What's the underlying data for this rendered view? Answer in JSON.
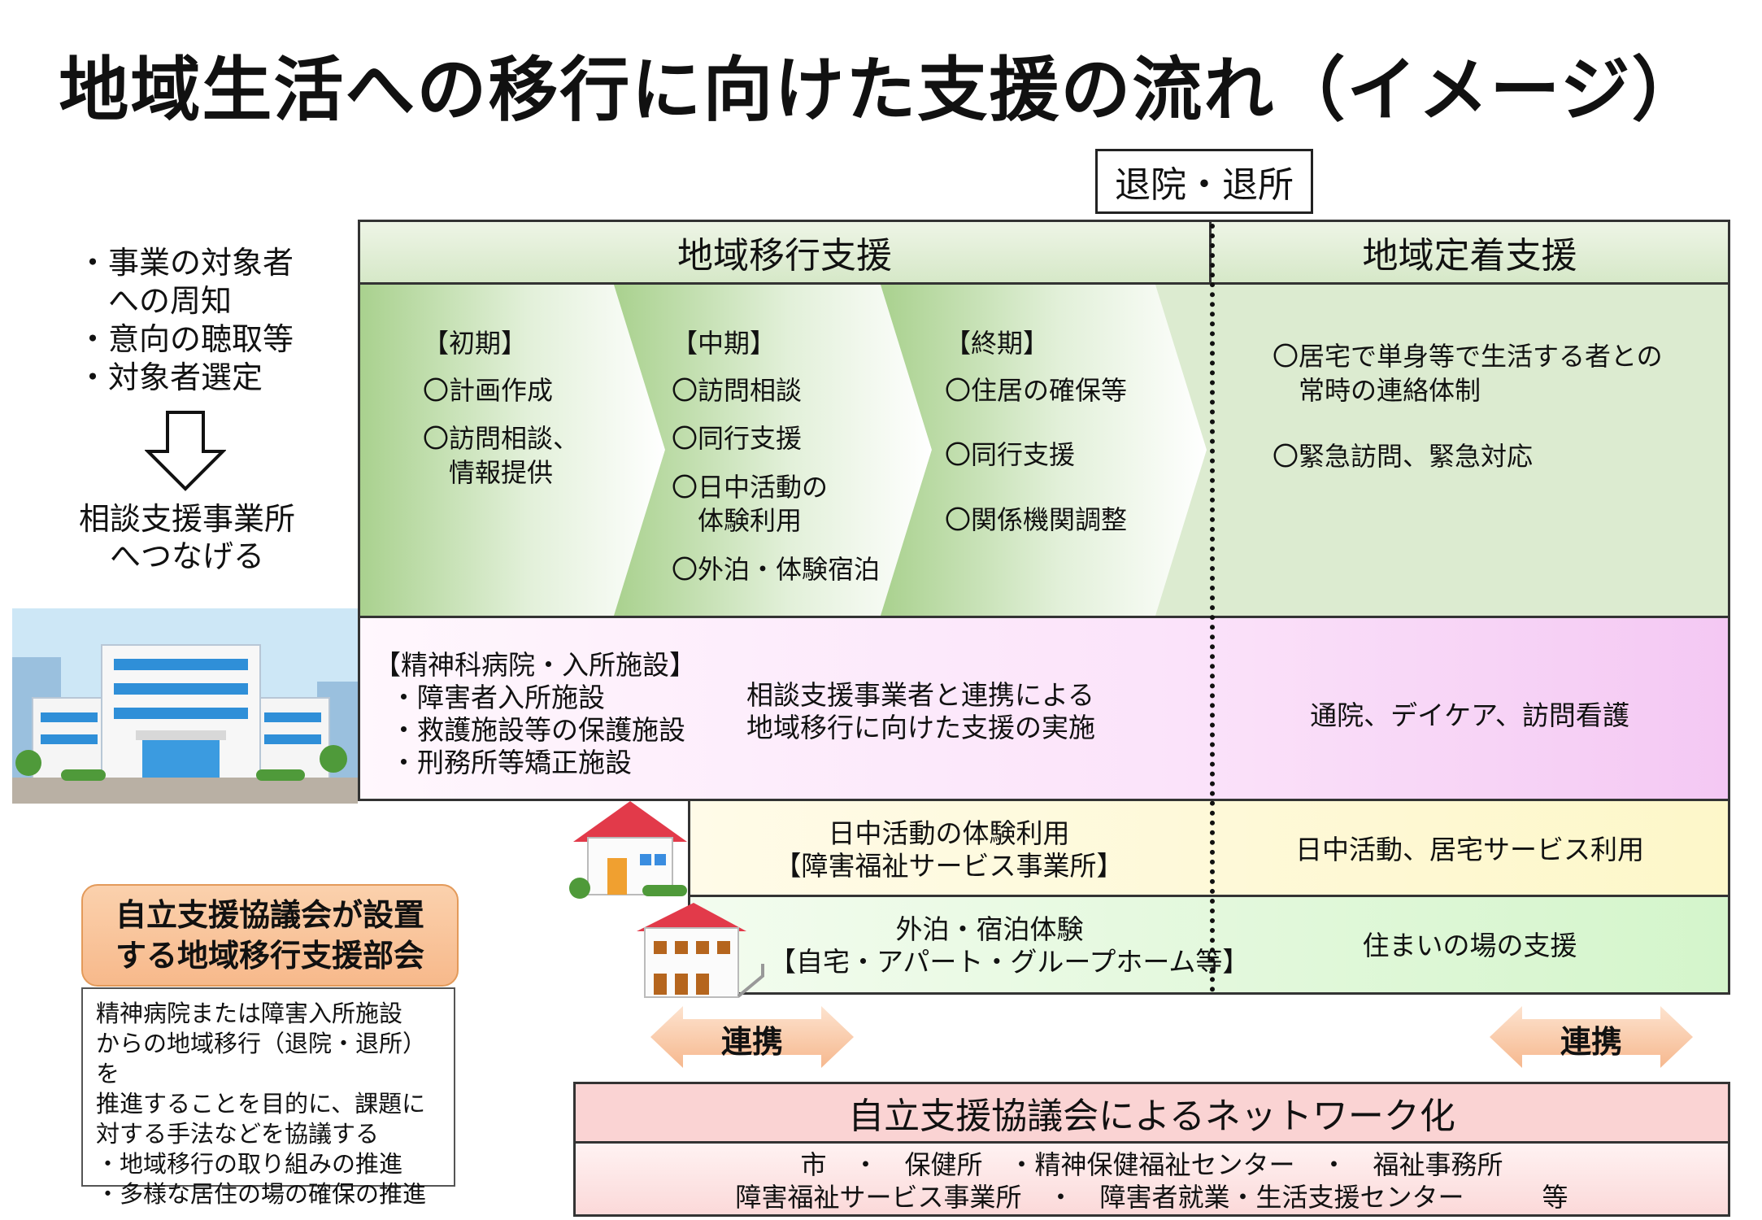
{
  "title": "地域生活への移行に向けた支援の流れ（イメージ）",
  "discharge_label": "退院・退所",
  "headers": {
    "transition": "地域移行支援",
    "settlement": "地域定着支援"
  },
  "left": {
    "items": [
      "・事業の対象者",
      "　への周知",
      "・意向の聴取等",
      "・対象者選定"
    ],
    "consult_line1": "相談支援事業所",
    "consult_line2": "へつなげる"
  },
  "phases": {
    "early": {
      "label": "【初期】",
      "items": [
        "〇計画作成",
        "〇訪問相談、",
        "　情報提供"
      ]
    },
    "middle": {
      "label": "【中期】",
      "items": [
        "〇訪問相談",
        "〇同行支援",
        "〇日中活動の",
        "　体験利用",
        "〇外泊・体験宿泊"
      ]
    },
    "late": {
      "label": "【終期】",
      "items": [
        "〇住居の確保等",
        "〇同行支援",
        "〇関係機関調整"
      ]
    }
  },
  "settlement_items": [
    "〇居宅で単身等で生活する者との",
    "　常時の連絡体制",
    "〇緊急訪問、緊急対応"
  ],
  "hospital_row": {
    "heading": "【精神科病院・入所施設】",
    "items": [
      "・障害者入所施設",
      "・救護施設等の保護施設",
      "・刑務所等矯正施設"
    ],
    "center_line1": "相談支援事業者と連携による",
    "center_line2": "地域移行に向けた支援の実施",
    "right": "通院、デイケア、訪問看護"
  },
  "day_row": {
    "line1": "日中活動の体験利用",
    "line2": "【障害福祉サービス事業所】",
    "right": "日中活動、居宅サービス利用"
  },
  "stay_row": {
    "line1": "外泊・宿泊体験",
    "line2": "【自宅・アパート・グループホーム等】",
    "right": "住まいの場の支援"
  },
  "council": {
    "badge_line1": "自立支援協議会が設置",
    "badge_line2": "する地域移行支援部会",
    "lines": [
      "精神病院または障害入所施設",
      "からの地域移行（退院・退所）を",
      "推進することを目的に、課題に",
      "対する手法などを協議する",
      "・地域移行の取り組みの推進",
      "・多様な居住の場の確保の推進"
    ]
  },
  "cooperation_label": "連携",
  "network": {
    "title": "自立支援協議会によるネットワーク化",
    "line1": "市　・　保健所　・精神保健福祉センター　・　福祉事務所",
    "line2": "障害福祉サービス事業所　・　障害者就業・生活支援センター　　　等"
  },
  "colors": {
    "chevron_green": "#a9d18e",
    "pink_row": "#f4c8f3",
    "yellow_row": "#fdf7c9",
    "network_pink": "#fad3d3",
    "council_orange": "#f7b98b",
    "arrow_orange": "#f8c29a"
  }
}
